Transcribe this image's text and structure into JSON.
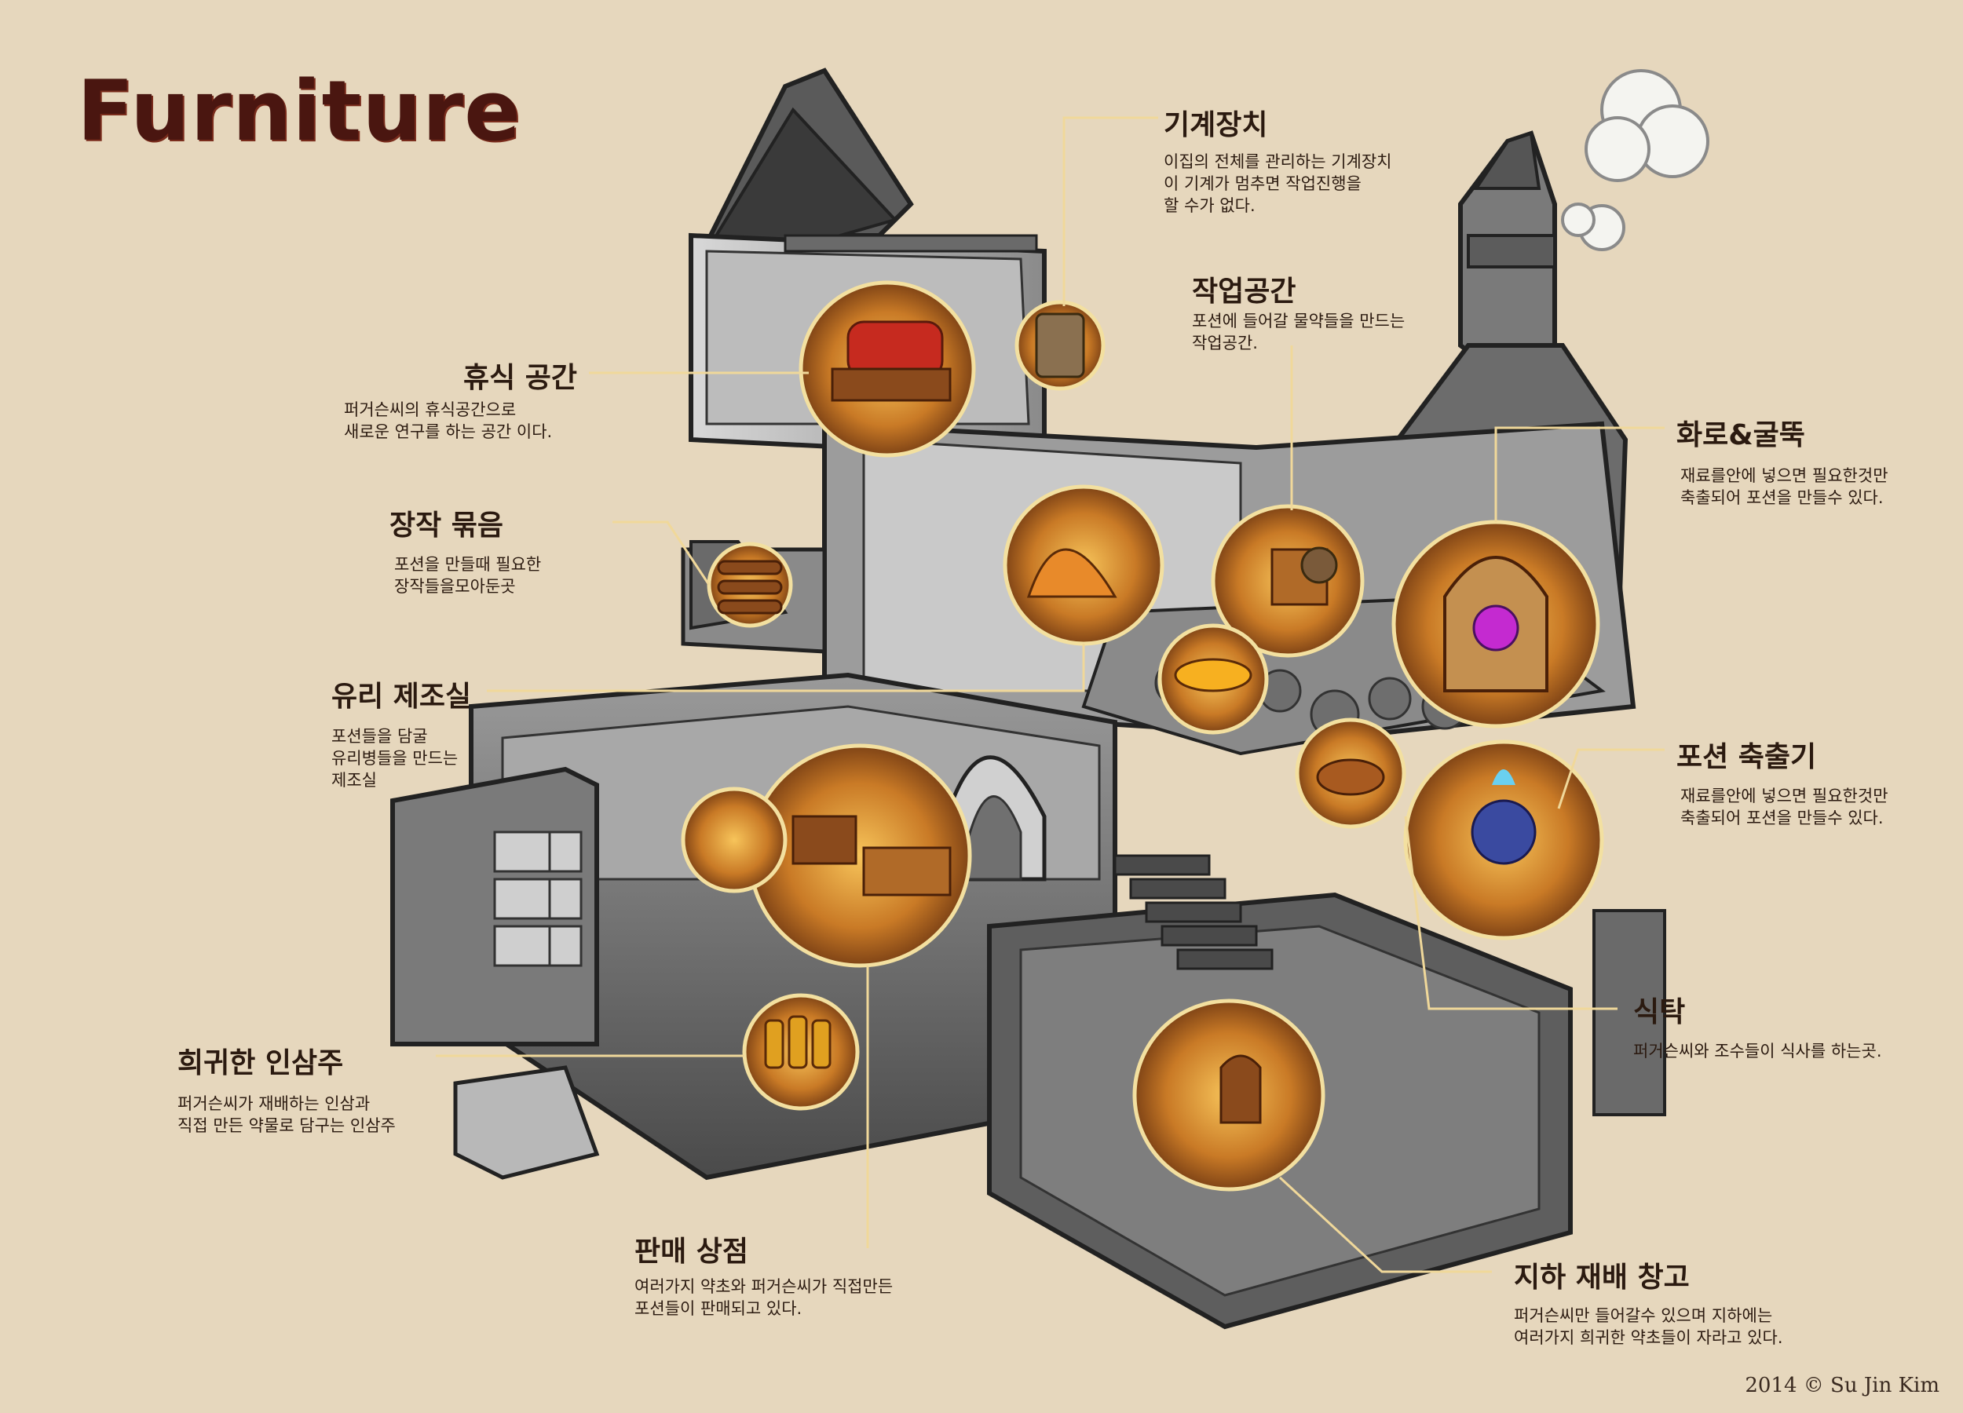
{
  "title": "Furniture",
  "credit": "2014 © Su Jin Kim",
  "callouts": {
    "machine": {
      "title": "기계장치",
      "lines": [
        "이집의 전체를 관리하는 기계장치",
        "이 기계가 멈추면 작업진행을",
        "할 수가 없다."
      ]
    },
    "workspace": {
      "title": "작업공간",
      "lines": [
        "포션에 들어갈 물약들을 만드는",
        "작업공간."
      ]
    },
    "rest": {
      "title": "휴식 공간",
      "lines": [
        "퍼거슨씨의 휴식공간으로",
        "새로운 연구를 하는 공간 이다."
      ]
    },
    "firewood": {
      "title": "장작 묶음",
      "lines": [
        "포션을 만들때 필요한",
        "장작들을모아둔곳"
      ]
    },
    "glass": {
      "title": "유리 제조실",
      "lines": [
        "포션들을 담굴",
        "유리병들을 만드는",
        "제조실"
      ]
    },
    "furnace": {
      "title": "화로&굴뚝",
      "lines": [
        "재료를안에 넣으면 필요한것만",
        "축출되어 포션을 만들수 있다."
      ]
    },
    "extractor": {
      "title": "포션 축출기",
      "lines": [
        "재료를안에 넣으면 필요한것만",
        "축출되어 포션을 만들수 있다."
      ]
    },
    "table": {
      "title": "식탁",
      "lines": [
        "퍼거슨씨와 조수들이 식사를 하는곳."
      ]
    },
    "ginseng": {
      "title": "희귀한 인삼주",
      "lines": [
        "퍼거슨씨가 재배하는 인삼과",
        "직접 만든 약물로 담구는 인삼주"
      ]
    },
    "shop": {
      "title": "판매 상점",
      "lines": [
        "여러가지 약초와 퍼거슨씨가 직접만든",
        "포션들이 판매되고 있다."
      ]
    },
    "cellar": {
      "title": "지하 재배 창고",
      "lines": [
        "퍼거슨씨만 들어갈수 있으며 지하에는",
        "여러가지 희귀한 약초들이 자라고 있다."
      ]
    }
  }
}
